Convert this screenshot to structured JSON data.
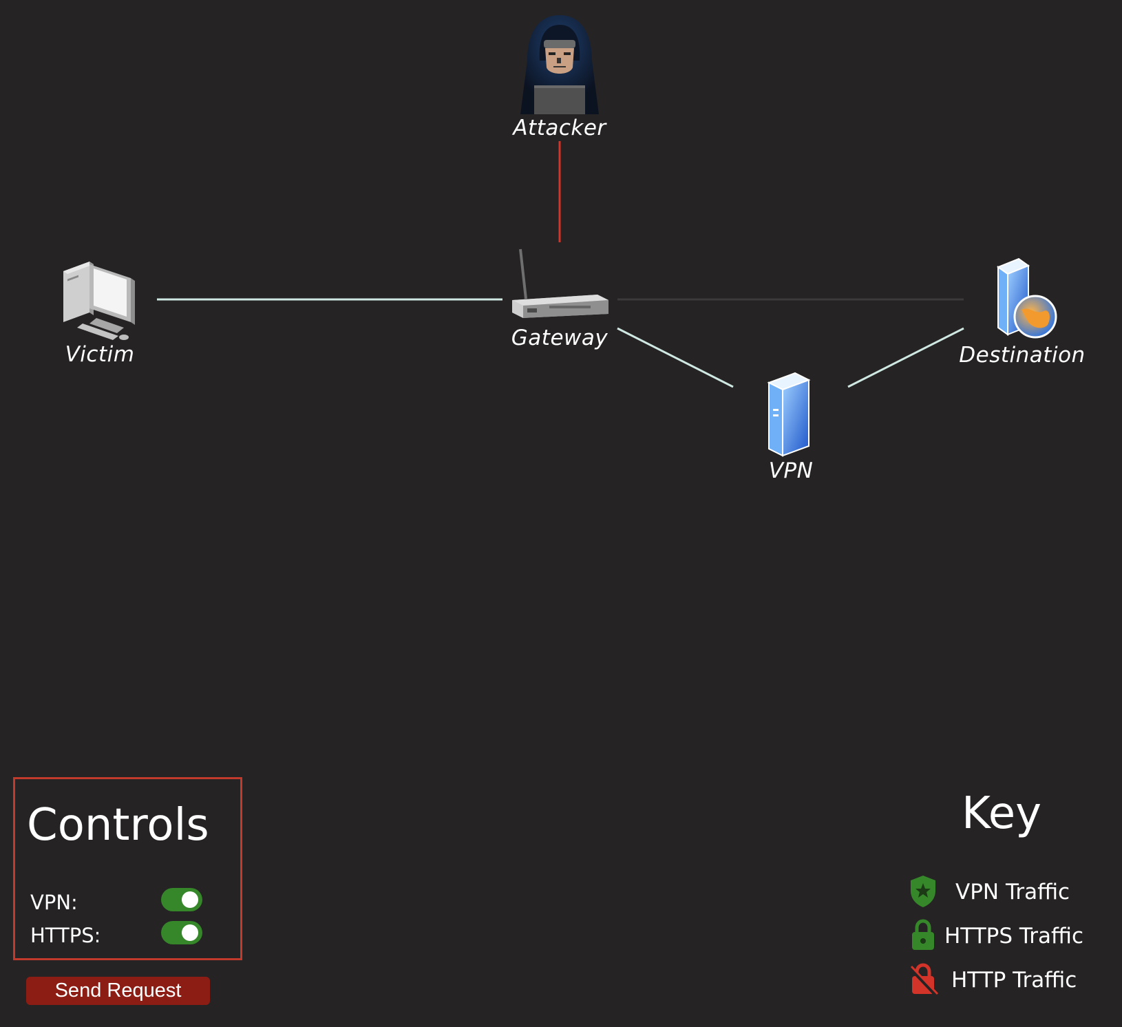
{
  "nodes": {
    "attacker": "Attacker",
    "victim": "Victim",
    "gateway": "Gateway",
    "destination": "Destination",
    "vpn": "VPN"
  },
  "link_colors": {
    "attacker_link": "#d2342a",
    "secure_link": "#cfe8e2",
    "inactive_link": "#3c3a3b"
  },
  "controls": {
    "title": "Controls",
    "vpn_label": "VPN:",
    "vpn_enabled": true,
    "https_label": "HTTPS:",
    "https_enabled": true,
    "toggle_on_color": "#35872a"
  },
  "send_button": {
    "label": "Send Request",
    "color": "#8c1d14"
  },
  "key": {
    "title": "Key",
    "items": [
      {
        "icon": "shield-star-icon",
        "label": "VPN Traffic",
        "color": "#35872a"
      },
      {
        "icon": "lock-icon",
        "label": "HTTPS Traffic",
        "color": "#35872a"
      },
      {
        "icon": "unlocked-slash-icon",
        "label": "HTTP Traffic",
        "color": "#d2342a"
      }
    ]
  }
}
